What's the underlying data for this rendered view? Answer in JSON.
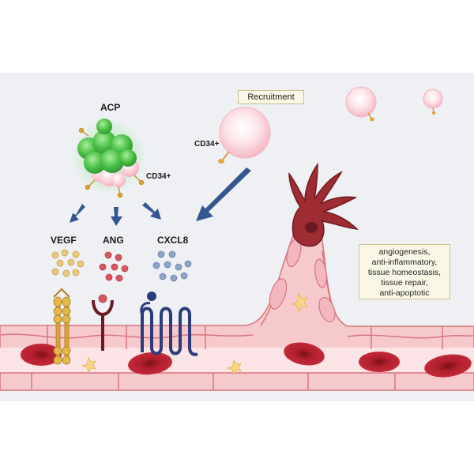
{
  "labels": {
    "acp": "ACP",
    "cd34_cluster": "CD34+",
    "cd34_cell": "CD34+",
    "recruitment": "Recruitment",
    "vegf": "VEGF",
    "ang": "ANG",
    "cxcl8": "CXCL8"
  },
  "functions": [
    "angiogenesis,",
    "anti-inflammatory,",
    "tissue homeostasis,",
    "tissue repair,",
    "anti-apoptotic"
  ],
  "colors": {
    "background_band": "#eef0f4",
    "vessel_pink": "#f6c9cd",
    "vessel_border": "#d9757d",
    "lumen": "#fbe4e6",
    "rbc": "#b3202e",
    "acp_green": "#55c453",
    "cd34_pink": "#f6b9c8",
    "receptor_gold": "#d9a534",
    "receptor_dark": "#6b1a22",
    "receptor_navy": "#2c3b7a",
    "arrow_blue": "#35578f",
    "tip_cell": "#9e2c33"
  },
  "icons": {
    "vegf_receptor": "vegf-receptor-icon",
    "ang_receptor": "tie-receptor-icon",
    "cxcl8_receptor": "gpcr-receptor-icon",
    "tip_cell": "endothelial-tip-cell-icon"
  }
}
